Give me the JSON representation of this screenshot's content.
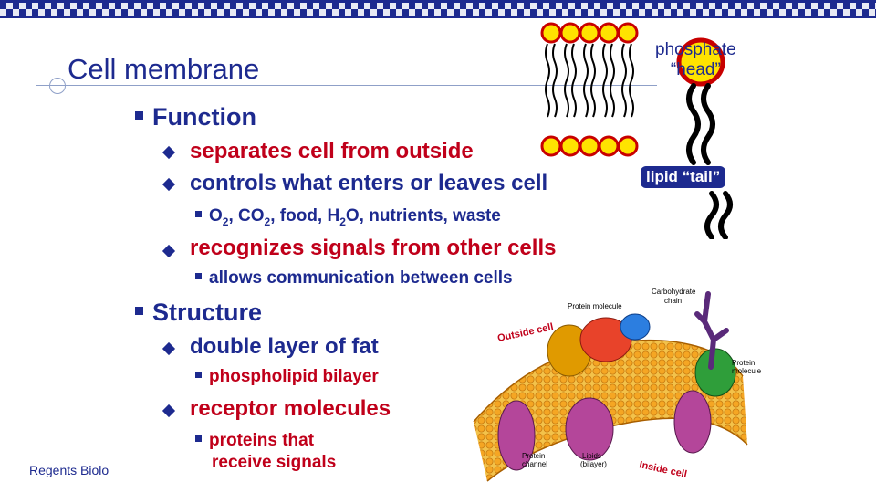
{
  "slide": {
    "title": "Cell membrane",
    "function_heading": "Function",
    "function_items": [
      {
        "text": "separates cell from outside"
      },
      {
        "text": "controls what enters or leaves cell"
      }
    ],
    "substances": {
      "o": "O",
      "o_sub": "2",
      "co": ", CO",
      "co_sub": "2",
      "mid": ", food, H",
      "h_sub": "2",
      "rest": "O, nutrients, waste"
    },
    "signals_item": "recognizes signals from other cells",
    "signals_sub": "allows communication between cells",
    "structure_heading": "Structure",
    "structure_items": [
      {
        "text": "double layer of fat",
        "sub": "phospholipid bilayer"
      },
      {
        "text": "receptor molecules",
        "sub_line1": "proteins that",
        "sub_line2": "receive signals"
      }
    ],
    "footer": "Regents Biolo"
  },
  "diagram": {
    "head_label_line1": "phosphate",
    "head_label_line2": "“head”",
    "tail_label": "lipid “tail”",
    "membrane_labels": {
      "protein_molecule": "Protein molecule",
      "carbohydrate_line1": "Carbohydrate",
      "carbohydrate_line2": "chain",
      "outside_cell": "Outside cell",
      "protein_line1": "Protein",
      "protein_line2": "molecule",
      "protein_channel_line1": "Protein",
      "protein_channel_line2": "channel",
      "lipids_line1": "Lipids",
      "lipids_line2": "(bilayer)",
      "inside_cell": "Inside cell"
    }
  },
  "colors": {
    "navy": "#1d2a8f",
    "accent_red": "#c0001a",
    "phosphate_yellow": "#ffe300",
    "phosphate_outline": "#c80000"
  }
}
